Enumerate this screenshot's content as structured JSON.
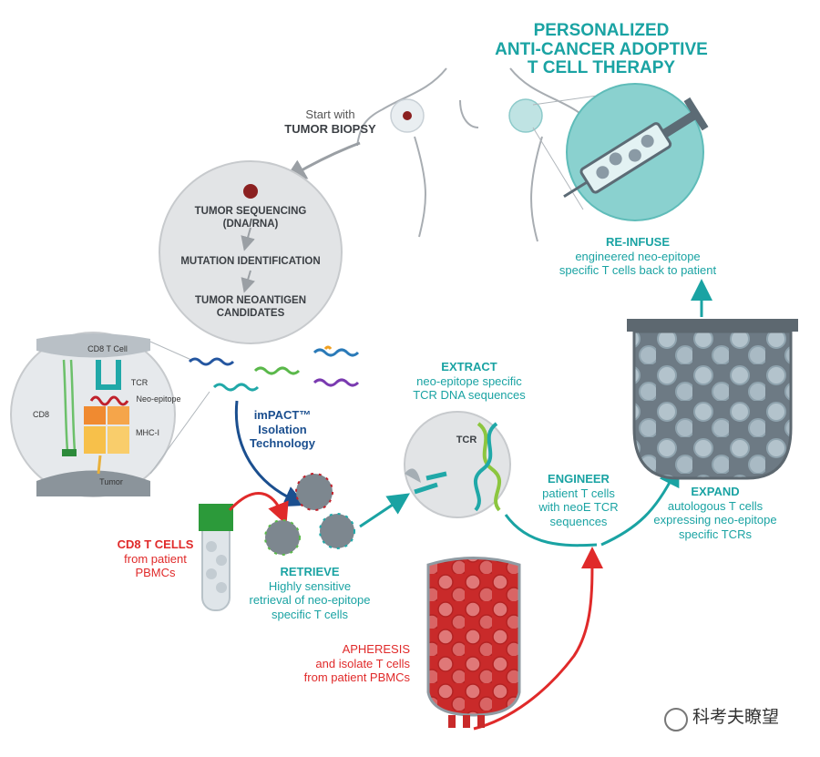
{
  "title": [
    "PERSONALIZED",
    "ANTI-CANCER ADOPTIVE",
    "T CELL THERAPY"
  ],
  "start": {
    "line1": "Start with",
    "line2": "TUMOR BIOPSY"
  },
  "biopsy_steps": {
    "step1": [
      "TUMOR SEQUENCING",
      "(DNA/RNA)"
    ],
    "step2": "MUTATION IDENTIFICATION",
    "step3": [
      "TUMOR NEOANTIGEN",
      "CANDIDATES"
    ]
  },
  "synapse": {
    "cd8_t_cell": "CD8 T Cell",
    "tcr": "TCR",
    "neo_epitope": "Neo-epitope",
    "cd8": "CD8",
    "mhc": "MHC-I",
    "tumor": "Tumor"
  },
  "impact": {
    "line1": "imPACT™",
    "line2": "Isolation",
    "line3": "Technology"
  },
  "cd8_cells": {
    "title": "CD8 T CELLS",
    "line2": "from patient",
    "line3": "PBMCs"
  },
  "retrieve": {
    "title": "RETRIEVE",
    "line2": "Highly sensitive",
    "line3": "retrieval of neo-epitope",
    "line4": "specific T cells"
  },
  "extract": {
    "title": "EXTRACT",
    "line2": "neo-epitope specific",
    "line3": "TCR DNA sequences",
    "tcr": "TCR"
  },
  "engineer": {
    "title": "ENGINEER",
    "line2": "patient T cells",
    "line3": "with neoE TCR",
    "line4": "sequences"
  },
  "expand": {
    "title": "EXPAND",
    "line2": "autologous T cells",
    "line3": "expressing neo-epitope",
    "line4": "specific TCRs"
  },
  "reinfuse": {
    "title": "RE-INFUSE",
    "line2": "engineered neo-epitope",
    "line3": "specific T cells back to patient"
  },
  "apheresis": {
    "line1": "APHERESIS",
    "line2": "and isolate T cells",
    "line3": "from patient PBMCs"
  },
  "watermark": "科考夫瞭望",
  "colors": {
    "teal": "#1aa3a3",
    "red": "#e02a2a",
    "navy": "#1b4f8f",
    "gray": "#3b3f44"
  }
}
